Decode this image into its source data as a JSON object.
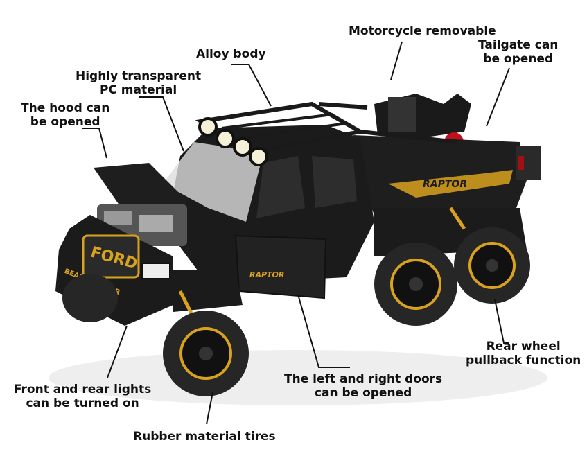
{
  "product": "Raptor 6x6 pickup truck toy",
  "brand_text": {
    "grille": "FORD",
    "door": "RAPTOR",
    "bed": "RAPTOR",
    "bumper": "BEAST RAPTOR"
  },
  "colors": {
    "body": "#1b1b1b",
    "accent": "#d9a21e",
    "tire": "#2a2a2a",
    "text": "#111111"
  },
  "callouts": {
    "motorcycle": "Motorcycle removable",
    "tailgate": "Tailgate can\nbe opened",
    "alloy": "Alloy body",
    "pc": "Highly transparent\nPC material",
    "hood": "The hood can\nbe opened",
    "rear_wheel": "Rear wheel\npullback function",
    "lights": "Front and rear lights\ncan be turned on",
    "doors": "The left and right doors\ncan be opened",
    "tires": "Rubber material tires"
  }
}
